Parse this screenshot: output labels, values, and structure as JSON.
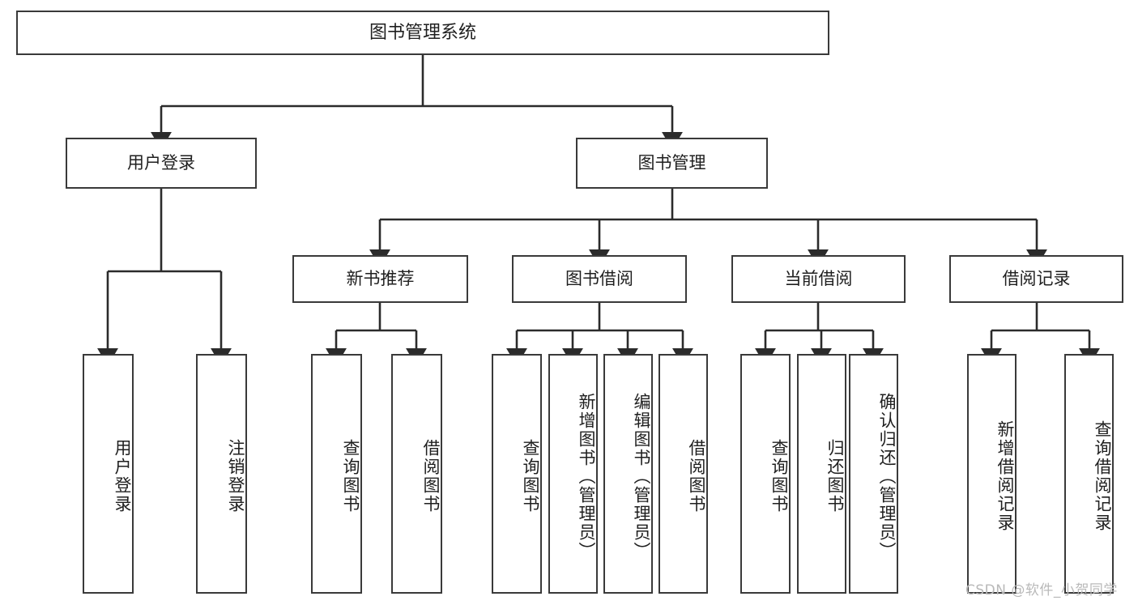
{
  "diagram": {
    "title": "图书管理系统",
    "type": "tree-hierarchy",
    "watermark": "CSDN @软件_小贺同学",
    "colors": {
      "border": "#3a3a3a",
      "background": "#ffffff",
      "text": "#1f1f1f",
      "edge": "#2b2b2b",
      "watermark": "#b9b9b9"
    },
    "root": {
      "label": "图书管理系统"
    },
    "level2": [
      {
        "id": "user-login",
        "label": "用户登录"
      },
      {
        "id": "book-manage",
        "label": "图书管理"
      }
    ],
    "level3": [
      {
        "id": "new-book-recommend",
        "label": "新书推荐",
        "parent": "book-manage"
      },
      {
        "id": "book-borrow",
        "label": "图书借阅",
        "parent": "book-manage"
      },
      {
        "id": "current-borrow",
        "label": "当前借阅",
        "parent": "book-manage"
      },
      {
        "id": "borrow-record",
        "label": "借阅记录",
        "parent": "book-manage"
      }
    ],
    "leaves": [
      {
        "id": "leaf-user-login",
        "label": "用户登录",
        "parent": "user-login"
      },
      {
        "id": "leaf-logout-login",
        "label": "注销登录",
        "parent": "user-login"
      },
      {
        "id": "leaf-query-book-1",
        "label": "查询图书",
        "parent": "new-book-recommend"
      },
      {
        "id": "leaf-borrow-book-1",
        "label": "借阅图书",
        "parent": "new-book-recommend"
      },
      {
        "id": "leaf-query-book-2",
        "label": "查询图书",
        "parent": "book-borrow"
      },
      {
        "id": "leaf-add-book",
        "label": "新增图书（管理员）",
        "parent": "book-borrow"
      },
      {
        "id": "leaf-edit-book",
        "label": "编辑图书（管理员）",
        "parent": "book-borrow"
      },
      {
        "id": "leaf-borrow-book-2",
        "label": "借阅图书",
        "parent": "book-borrow"
      },
      {
        "id": "leaf-query-book-3",
        "label": "查询图书",
        "parent": "current-borrow"
      },
      {
        "id": "leaf-return-book",
        "label": "归还图书",
        "parent": "current-borrow"
      },
      {
        "id": "leaf-confirm-return",
        "label": "确认归还（管理员）",
        "parent": "current-borrow"
      },
      {
        "id": "leaf-add-record",
        "label": "新增借阅记录",
        "parent": "borrow-record"
      },
      {
        "id": "leaf-query-record",
        "label": "查询借阅记录",
        "parent": "borrow-record"
      }
    ]
  }
}
